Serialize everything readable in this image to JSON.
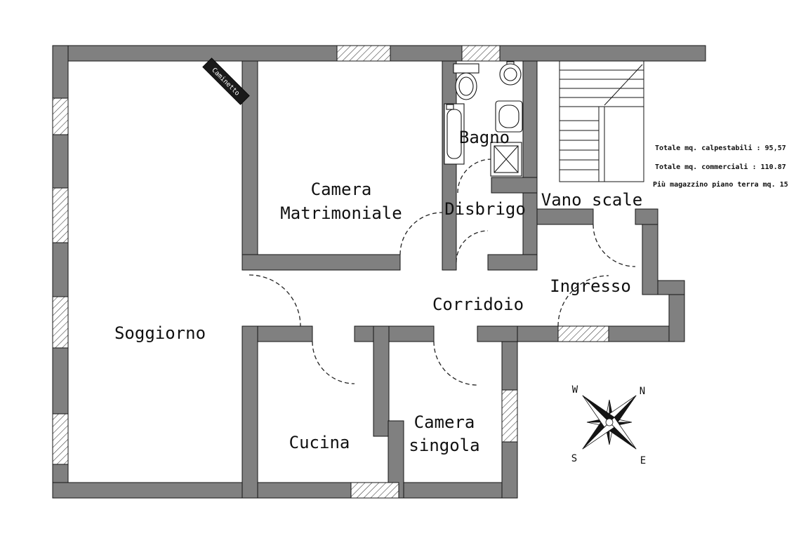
{
  "rooms": {
    "soggiorno": "Soggiorno",
    "camera_matrimoniale": [
      "Camera",
      "Matrimoniale"
    ],
    "bagno": "Bagno",
    "disbrigo": "Disbrigo",
    "vano_scale": "Vano scale",
    "ingresso": "Ingresso",
    "corridoio": "Corridoio",
    "cucina": "Cucina",
    "camera_singola": [
      "Camera",
      "singola"
    ],
    "caminetto": "Caminetto"
  },
  "annotations": [
    "Totale mq. calpestabili :  95,57",
    "Totale mq. commerciali :  110.87",
    "Più magazzino piano terra mq. 15"
  ],
  "compass": {
    "north": "N",
    "south": "S",
    "east": "E",
    "west": "W"
  },
  "colors": {
    "wall": "#808080",
    "line": "#141414",
    "background": "#ffffff"
  }
}
